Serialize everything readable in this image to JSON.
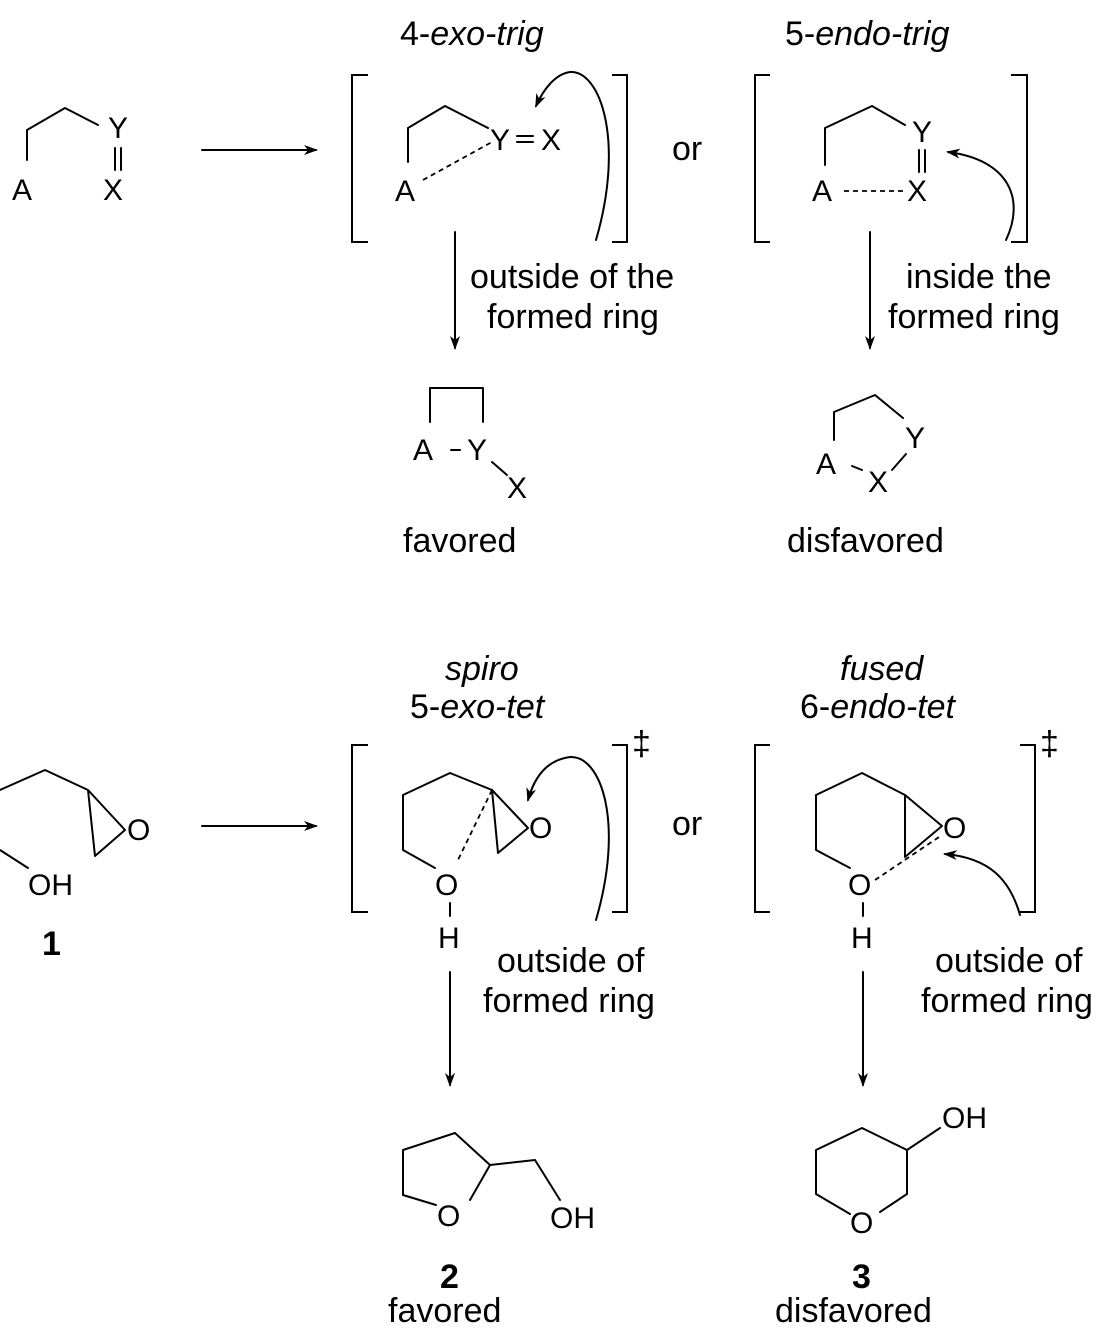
{
  "top": {
    "exo_title_num": "4-",
    "exo_title_it": "exo-trig",
    "endo_title_num": "5-",
    "endo_title_it": "endo-trig",
    "or": "or",
    "exo_note": [
      "outside of the",
      "formed ring"
    ],
    "endo_note": [
      "inside the",
      "formed ring"
    ],
    "favored": "favored",
    "disfavored": "disfavored",
    "atoms": {
      "A": "A",
      "X": "X",
      "Y": "Y"
    }
  },
  "bottom": {
    "spiro": "spiro",
    "exo_title_num": "5-",
    "exo_title_it": "exo-tet",
    "fused": "fused",
    "endo_title_num": "6-",
    "endo_title_it": "endo-tet",
    "dagger": "‡",
    "or": "or",
    "note": [
      "outside of",
      "formed ring"
    ],
    "compound1": "1",
    "compound2": "2",
    "compound3": "3",
    "favored": "favored",
    "disfavored": "disfavored",
    "atoms": {
      "O": "O",
      "OH": "OH",
      "H": "H"
    }
  }
}
